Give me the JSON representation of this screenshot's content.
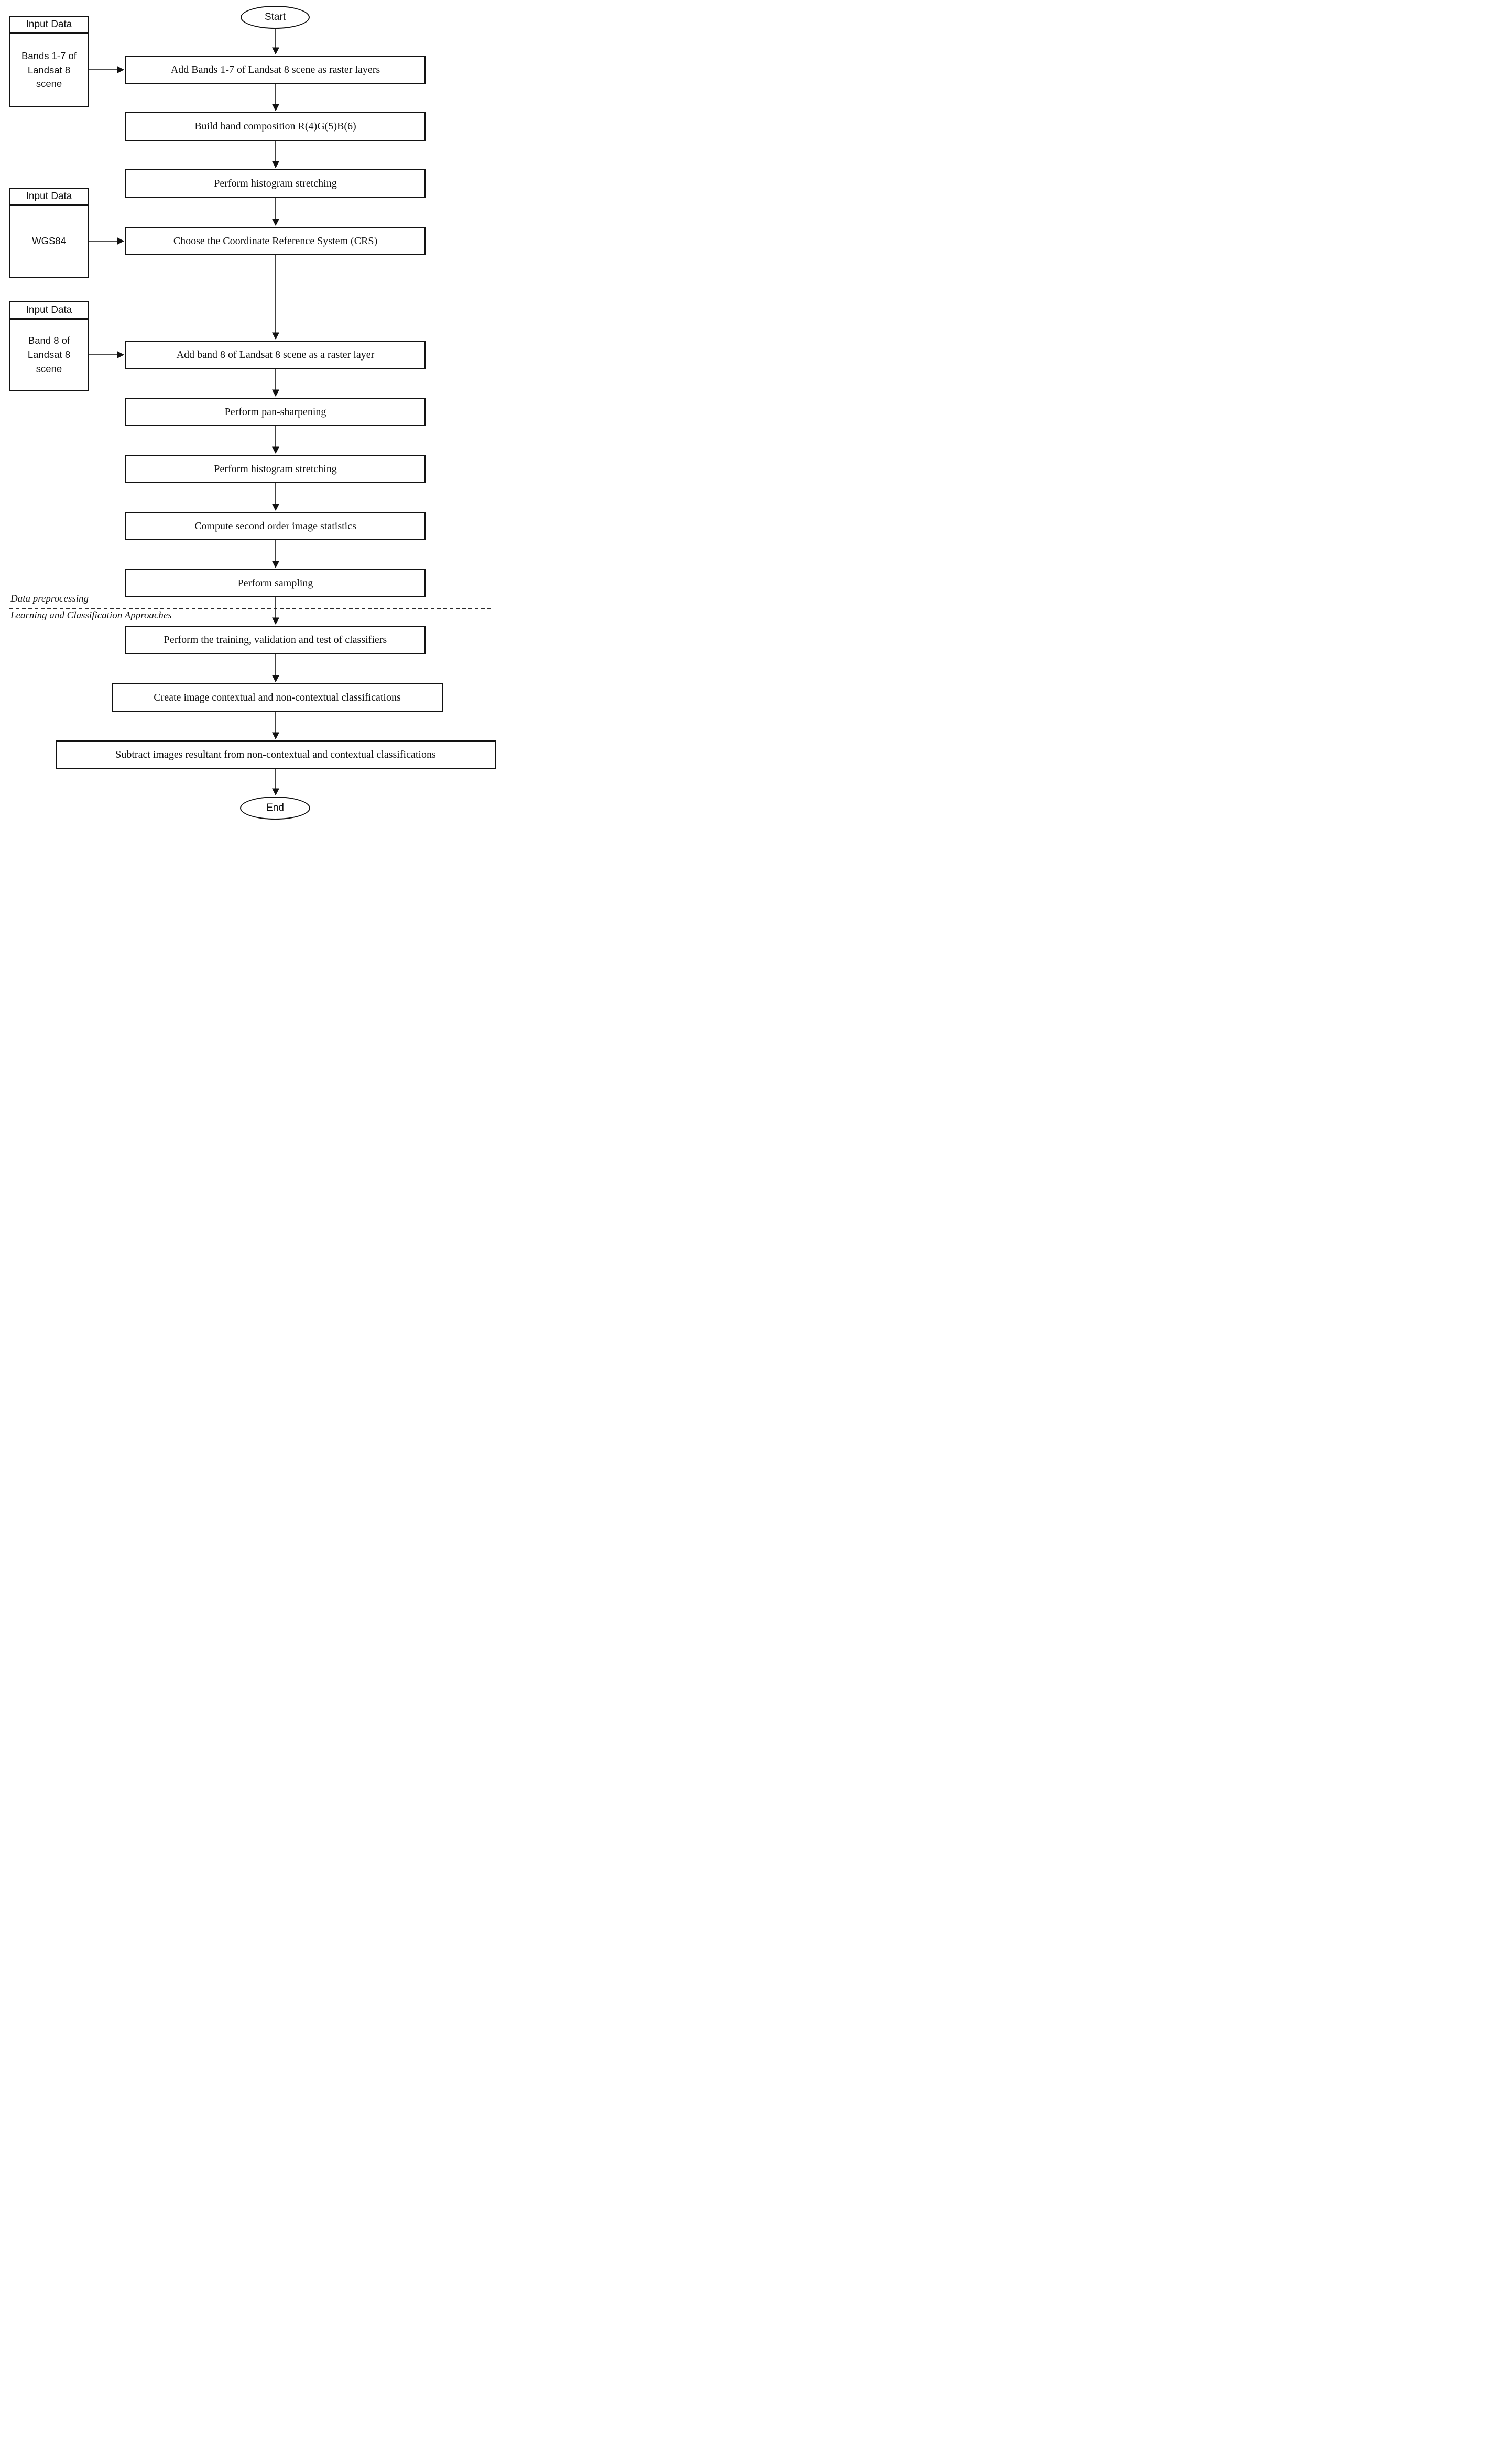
{
  "diagram": {
    "terminals": {
      "start": "Start",
      "end": "End"
    },
    "inputs": [
      {
        "header": "Input Data",
        "body": "Bands 1-7 of\nLandsat 8\nscene"
      },
      {
        "header": "Input Data",
        "body": "WGS84"
      },
      {
        "header": "Input Data",
        "body": "Band 8 of\nLandsat 8\nscene"
      }
    ],
    "steps": [
      "Add Bands 1-7 of Landsat 8 scene as raster layers",
      "Build band composition R(4)G(5)B(6)",
      "Perform histogram stretching",
      "Choose the Coordinate Reference System (CRS)",
      "Add band 8 of Landsat 8 scene as a raster layer",
      "Perform pan-sharpening",
      "Perform histogram stretching",
      "Compute second order image statistics",
      "Perform sampling",
      "Perform the training, validation and test of classifiers",
      "Create image contextual and non-contextual classifications",
      "Subtract images resultant from non-contextual and contextual classifications"
    ],
    "sections": {
      "above": "Data preprocessing",
      "below": "Learning and Classification Approaches"
    },
    "colors": {
      "line": "#121212",
      "background": "#ffffff"
    }
  }
}
